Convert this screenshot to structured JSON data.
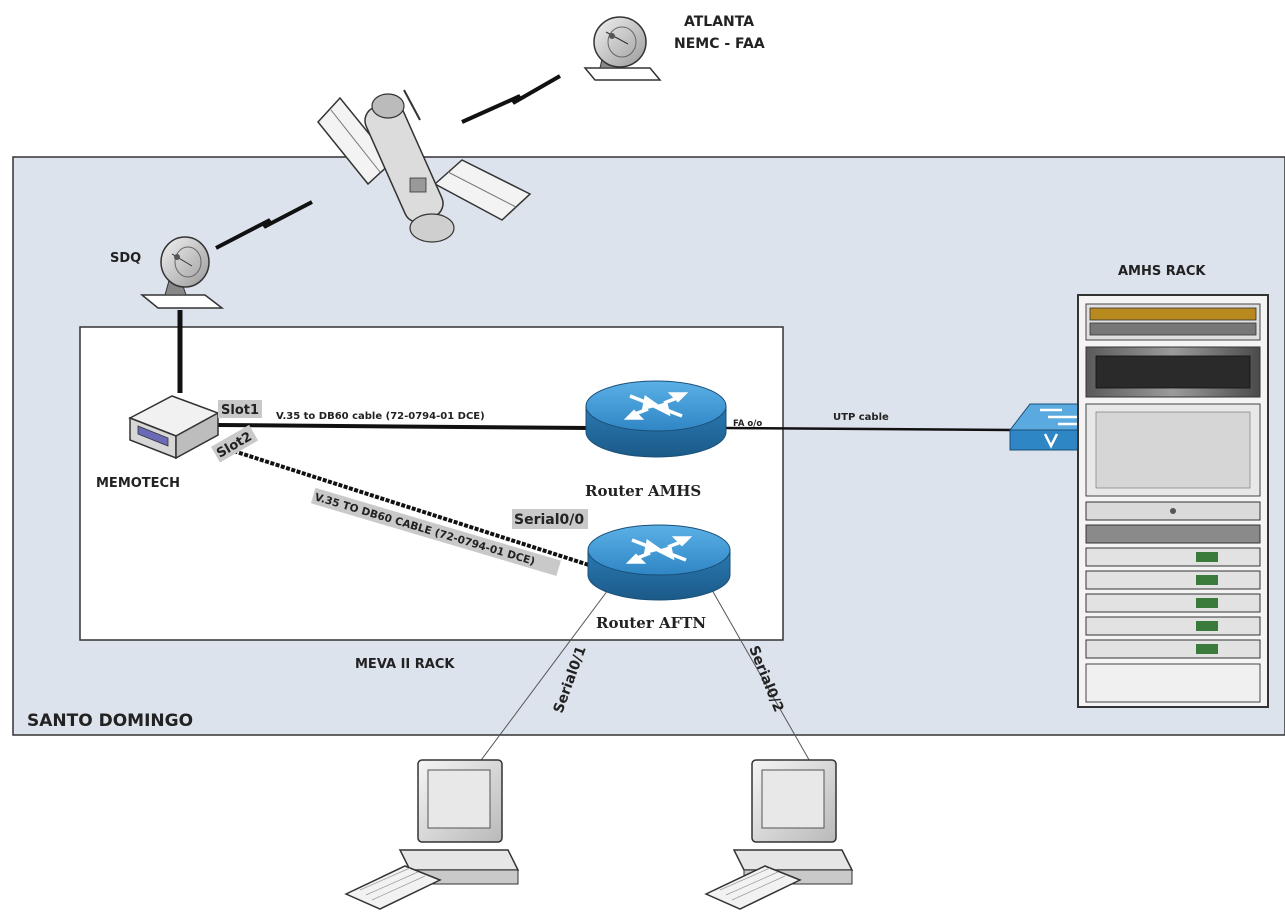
{
  "regions": {
    "santo_domingo": "SANTO DOMINGO",
    "meva_rack": "MEVA II RACK",
    "amhs_rack": "AMHS RACK"
  },
  "sites": {
    "atlanta_line1": "ATLANTA",
    "atlanta_line2": "NEMC - FAA",
    "sdq": "SDQ"
  },
  "devices": {
    "memotech": "MEMOTECH",
    "router_amhs": "Router AMHS",
    "router_aftn": "Router AFTN"
  },
  "ports": {
    "slot1": "Slot1",
    "slot2": "Slot2",
    "serial00": "Serial0/0",
    "serial01": "Serial0/1",
    "serial02": "Serial0/2",
    "fa00": "FA o/o"
  },
  "cables": {
    "slot1_cable": "V.35 to DB60 cable (72-0794-01 DCE)",
    "slot2_cable": "V.35 TO DB60 CABLE (72-0794-01 DCE)",
    "utp": "UTP cable"
  },
  "colors": {
    "santo_domingo_fill": "#dde3ec",
    "router_blue": "#2f86c4",
    "switch_blue": "#3a93d0"
  }
}
